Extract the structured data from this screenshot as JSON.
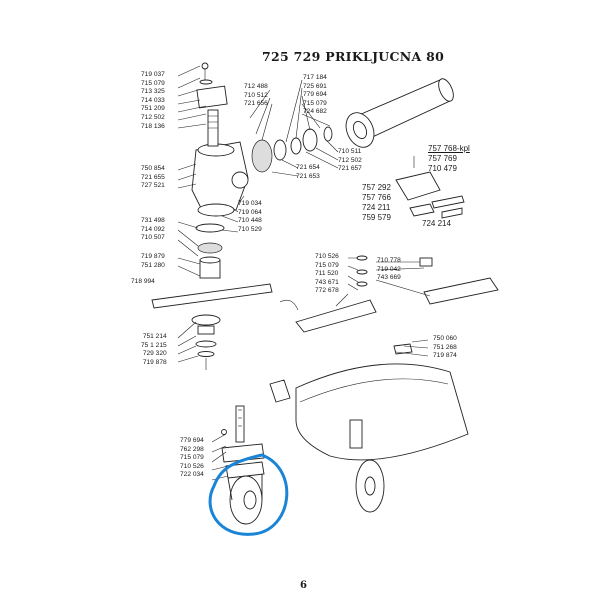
{
  "title": "725 729   PRIKLJUCNA 80",
  "page_number": "6",
  "colors": {
    "highlight": "#1a84d6",
    "ink": "#1a1a1a"
  },
  "groups": {
    "left_top": [
      "719 037",
      "715 079",
      "713 325",
      "714 033",
      "751 209",
      "712 502",
      "718 136"
    ],
    "left_mid": [
      "750 854",
      "721 655",
      "727 521"
    ],
    "left_shaft": [
      "731 498",
      "714 092",
      "710 507"
    ],
    "left_blade": [
      "719 879",
      "751 280"
    ],
    "left_single": [
      "718 994"
    ],
    "left_bottom": [
      "751 214",
      "75 1 215",
      "729 320",
      "719 878"
    ],
    "center_top": [
      "712 488",
      "710 512",
      "721 656"
    ],
    "center_right": [
      "717 184",
      "725 691",
      "779 694",
      "715 079",
      "724 682"
    ],
    "center_lower": [
      "719 034",
      "719 064",
      "710 448",
      "710 529"
    ],
    "center_side": [
      "721 654",
      "721 653"
    ],
    "right_bearing": [
      "710 511",
      "712 502",
      "721 657"
    ],
    "right_kit": [
      "757 768-kpl",
      "757 769",
      "710 479"
    ],
    "right_kit2": [
      "757 292",
      "757 766",
      "724 211",
      "759 579"
    ],
    "right_kit3": [
      "724 214"
    ],
    "right_mid_a": [
      "710 526",
      "715 079",
      "711 520",
      "743 671",
      "772 678"
    ],
    "right_mid_b": [
      "710 778",
      "719 042",
      "743 669"
    ],
    "right_deck": [
      "750 060",
      "751 268",
      "719 874"
    ],
    "wheel": [
      "779 694",
      "762 298",
      "715 079",
      "710 526",
      "722 034"
    ]
  }
}
